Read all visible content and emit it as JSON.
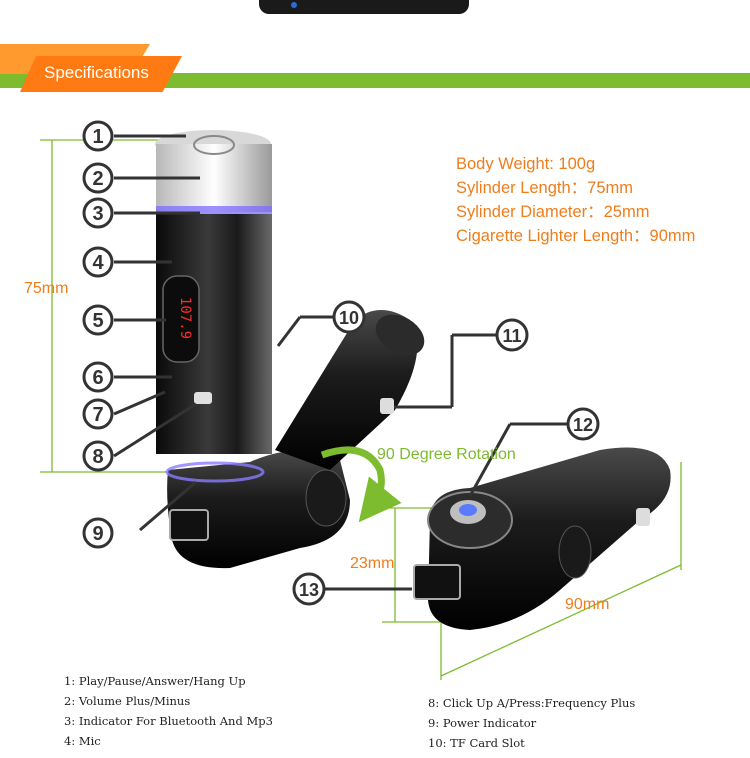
{
  "header": {
    "title": "Specifications"
  },
  "specs": [
    "Body Weight: 100g",
    "Sylinder Length：75mm",
    "Sylinder Diameter：25mm",
    "Cigarette Lighter Length：90mm"
  ],
  "dimensions": {
    "height": "75mm",
    "usb_height": "23mm",
    "length": "90mm"
  },
  "rotation_label": "90 Degree Rotation",
  "callouts": [
    "1",
    "2",
    "3",
    "4",
    "5",
    "6",
    "7",
    "8",
    "9",
    "10",
    "11",
    "12",
    "13"
  ],
  "display_text": "107.9",
  "features_left": [
    "1: Play/Pause/Answer/Hang Up",
    "2: Volume Plus/Minus",
    "3: Indicator For Bluetooth And Mp3",
    "4: Mic"
  ],
  "features_right": [
    "8: Click Up A/Press:Frequency Plus",
    "9: Power Indicator",
    "10: TF Card Slot"
  ],
  "colors": {
    "accent_orange": "#ff7a12",
    "accent_green": "#7dbb2f",
    "spec_text": "#ef7d1c"
  }
}
